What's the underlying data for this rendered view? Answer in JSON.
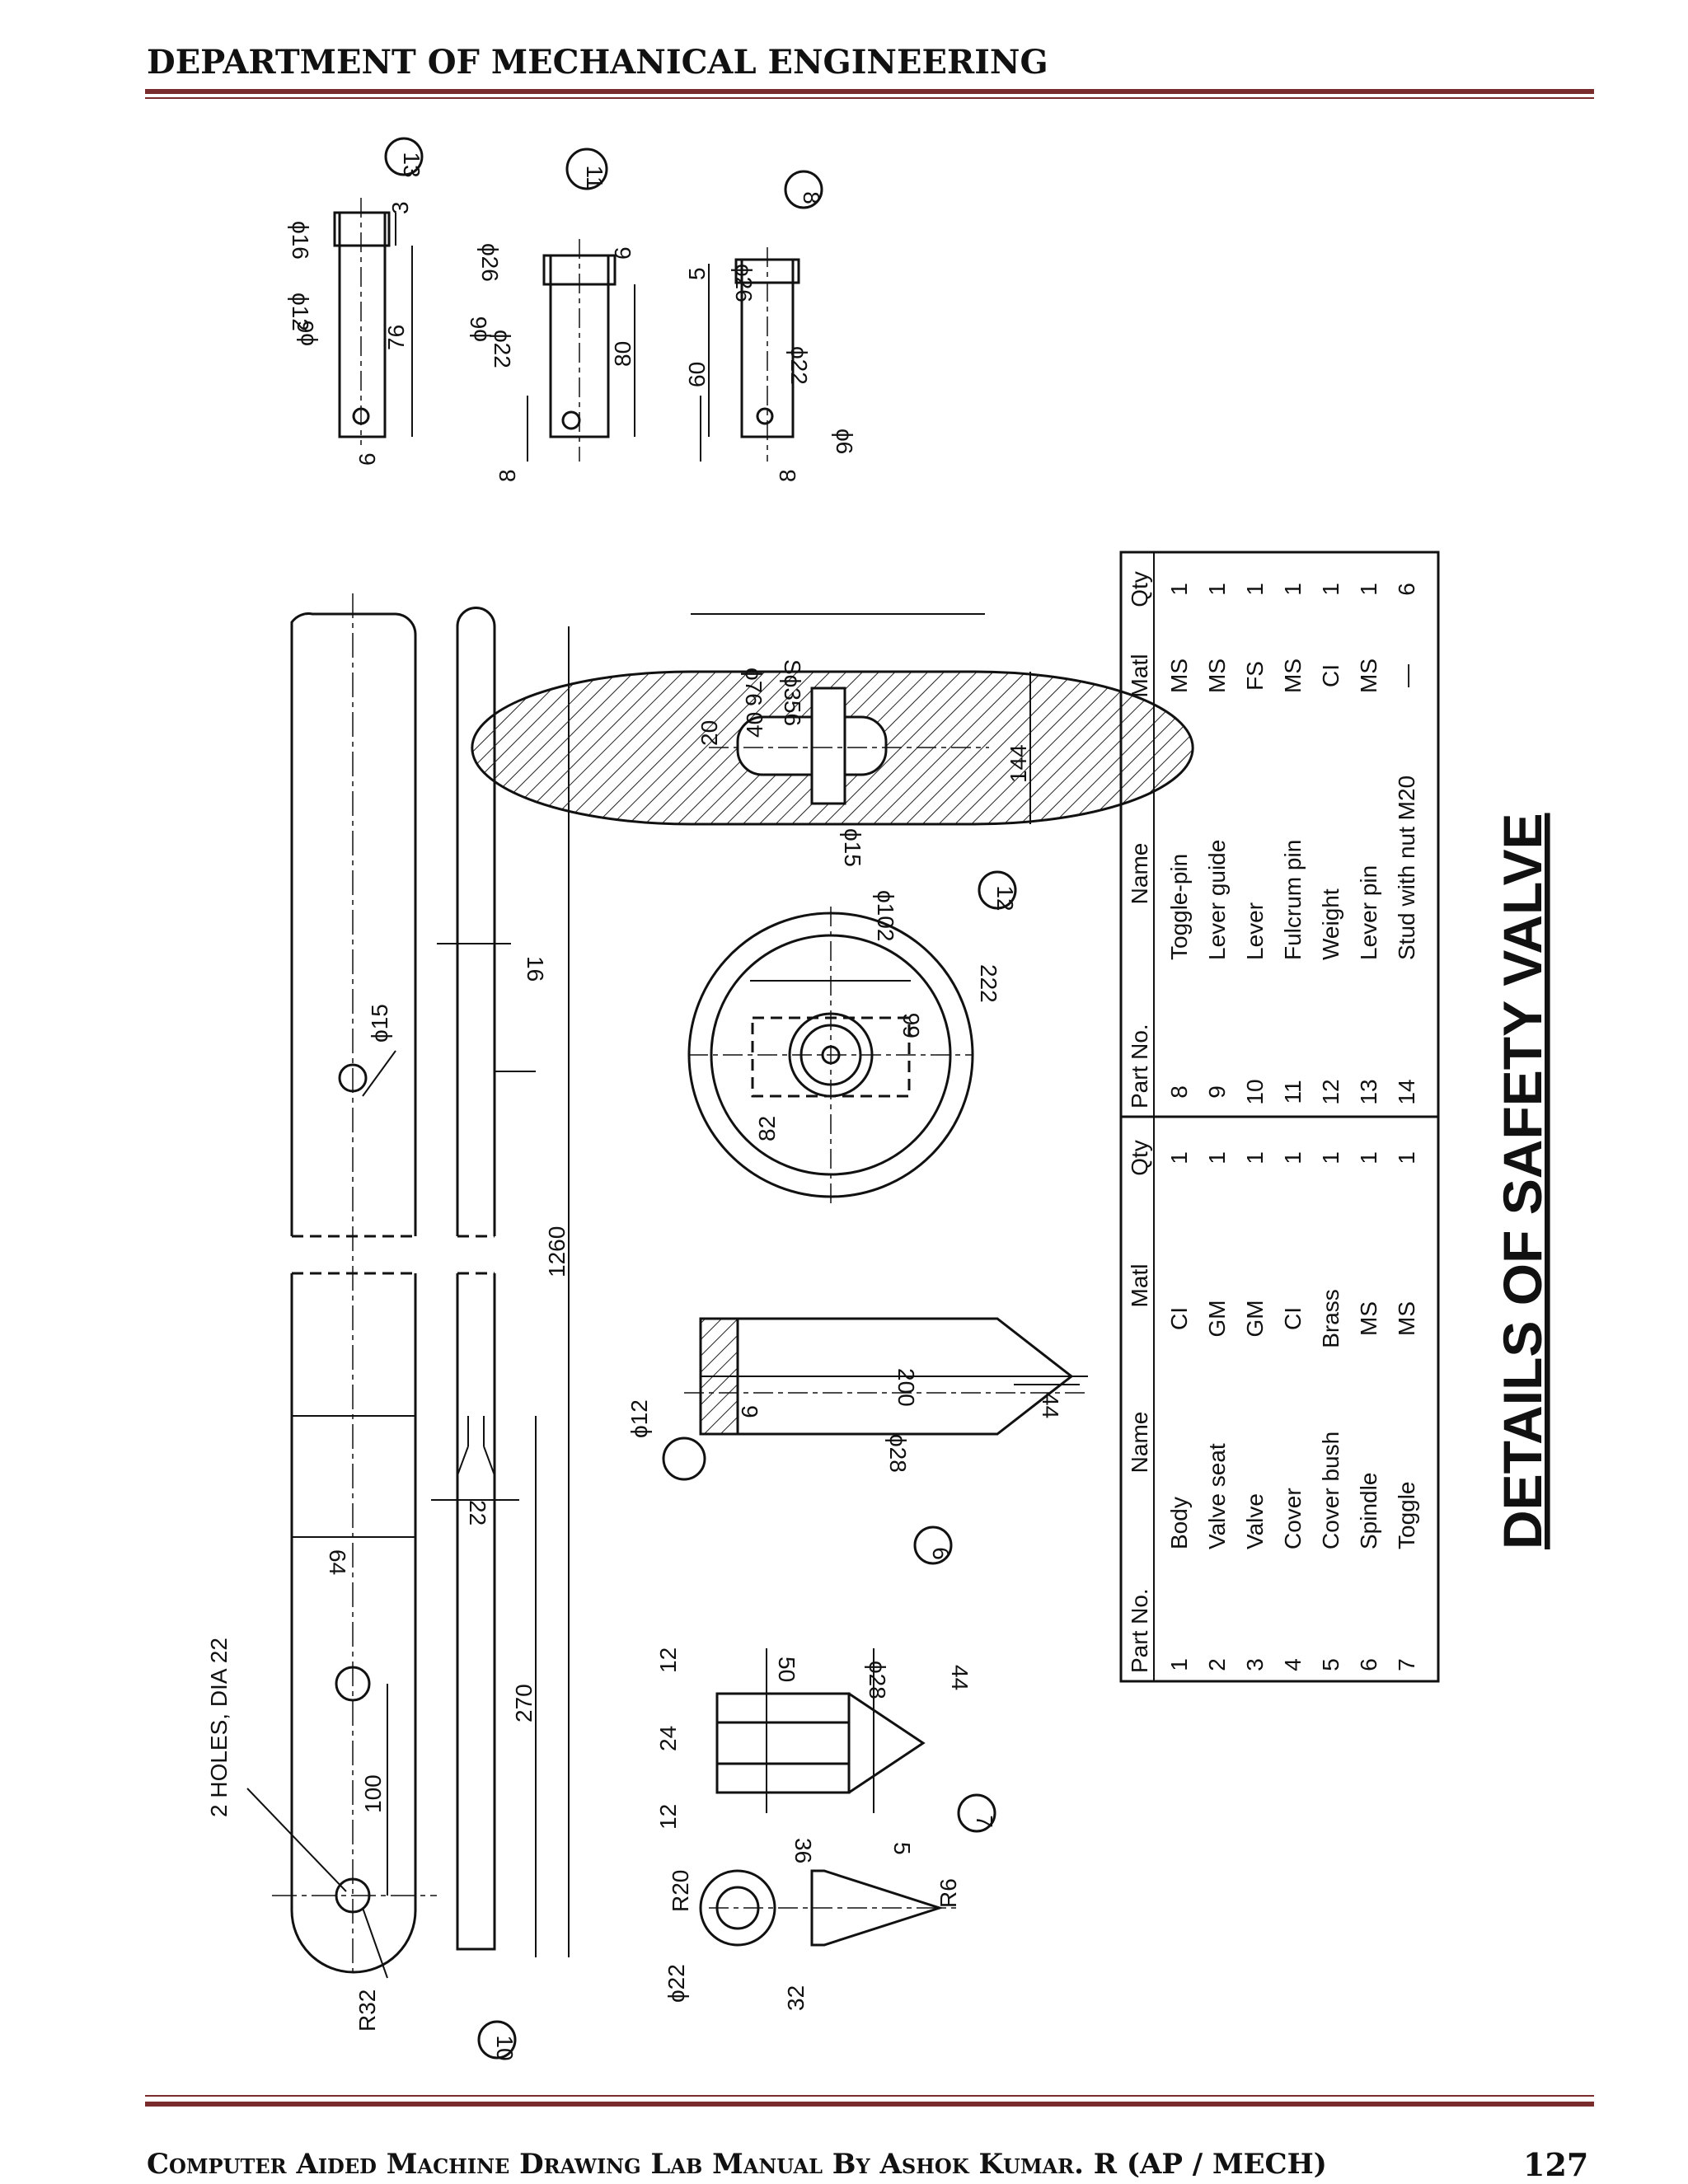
{
  "header": {
    "title": "DEPARTMENT OF MECHANICAL ENGINEERING"
  },
  "footer": {
    "title": "Computer Aided Machine Drawing Lab Manual By Ashok Kumar. R (AP / MECH)",
    "page_number": "127"
  },
  "drawing": {
    "title": "DETAILS OF SAFETY VALVE",
    "part_circles": [
      "13",
      "11",
      "8",
      "12",
      "6",
      "7",
      "10"
    ],
    "dimensions": {
      "p13": [
        "ϕ16",
        "ϕ12",
        "ϕ6",
        "76",
        "3",
        "6"
      ],
      "p11": [
        "ϕ26",
        "ϕ22",
        "ϕ6",
        "80",
        "6",
        "8"
      ],
      "p8": [
        "ϕ26",
        "ϕ22",
        "ϕ6",
        "60",
        "5",
        "8"
      ],
      "p12": [
        "Sϕ356",
        "ϕ76",
        "40",
        "20",
        "144",
        "ϕ15",
        "ϕ102",
        "222",
        "66",
        "82"
      ],
      "p6": [
        "ϕ12",
        "9",
        "200",
        "44",
        "ϕ28"
      ],
      "p7": [
        "12",
        "24",
        "12",
        "50",
        "ϕ28",
        "44",
        "36",
        "5",
        "R20",
        "R6",
        "ϕ22",
        "32"
      ],
      "p10": [
        "2 HOLES, DIA 22",
        "100",
        "R32",
        "64",
        "270",
        "22",
        "1260",
        "16",
        "ϕ15"
      ]
    }
  },
  "parts_table": {
    "headers": [
      "Part No.",
      "Name",
      "Matl",
      "Qty",
      "Part No.",
      "Name",
      "Matl",
      "Qty"
    ],
    "left_rows": [
      [
        "1",
        "Body",
        "CI",
        "1"
      ],
      [
        "2",
        "Valve seat",
        "GM",
        "1"
      ],
      [
        "3",
        "Valve",
        "GM",
        "1"
      ],
      [
        "4",
        "Cover",
        "CI",
        "1"
      ],
      [
        "5",
        "Cover bush",
        "Brass",
        "1"
      ],
      [
        "6",
        "Spindle",
        "MS",
        "1"
      ],
      [
        "7",
        "Toggle",
        "MS",
        "1"
      ]
    ],
    "right_rows": [
      [
        "8",
        "Toggle-pin",
        "MS",
        "1"
      ],
      [
        "9",
        "Lever guide",
        "MS",
        "1"
      ],
      [
        "10",
        "Lever",
        "FS",
        "1"
      ],
      [
        "11",
        "Fulcrum pin",
        "MS",
        "1"
      ],
      [
        "12",
        "Weight",
        "CI",
        "1"
      ],
      [
        "13",
        "Lever pin",
        "MS",
        "1"
      ],
      [
        "14",
        "Stud with nut M20",
        "—",
        "6"
      ]
    ]
  }
}
